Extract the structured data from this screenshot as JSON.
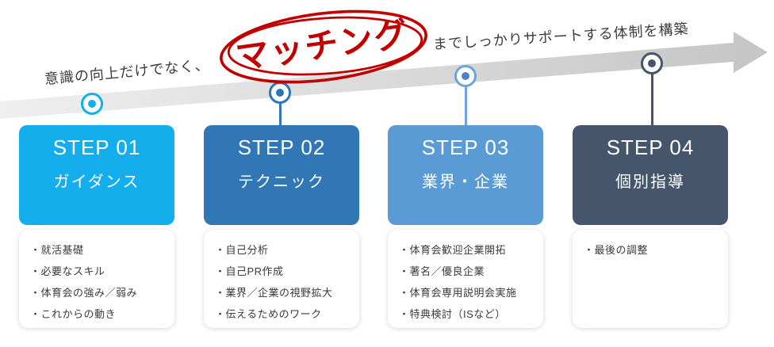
{
  "timeline": {
    "prefix_label": "意識の向上だけでなく、",
    "highlight_label": "マッチング",
    "suffix_label": "までしっかりサポートする体制を構築",
    "highlight_color": "#C00000",
    "arrow_color": "#D2D2D2"
  },
  "steps": [
    {
      "step": "STEP 01",
      "title": "ガイダンス",
      "color": "#14AEEC",
      "items": [
        "・就活基礎",
        "・必要なスキル",
        "・体育会の強み／弱み",
        "・これからの動き"
      ]
    },
    {
      "step": "STEP 02",
      "title": "テクニック",
      "color": "#3176B5",
      "items": [
        "・自己分析",
        "・自己PR作成",
        "・業界／企業の視野拡大",
        "・伝えるためのワーク"
      ]
    },
    {
      "step": "STEP 03",
      "title": "業界・企業",
      "color": "#5B9BD5",
      "items": [
        "・体育会歓迎企業開拓",
        "・著名／優良企業",
        "・体育会専用説明会実施",
        "・特典検討（ISなど）"
      ]
    },
    {
      "step": "STEP 04",
      "title": "個別指導",
      "color": "#45566C",
      "items": [
        "・最後の調整"
      ]
    }
  ]
}
